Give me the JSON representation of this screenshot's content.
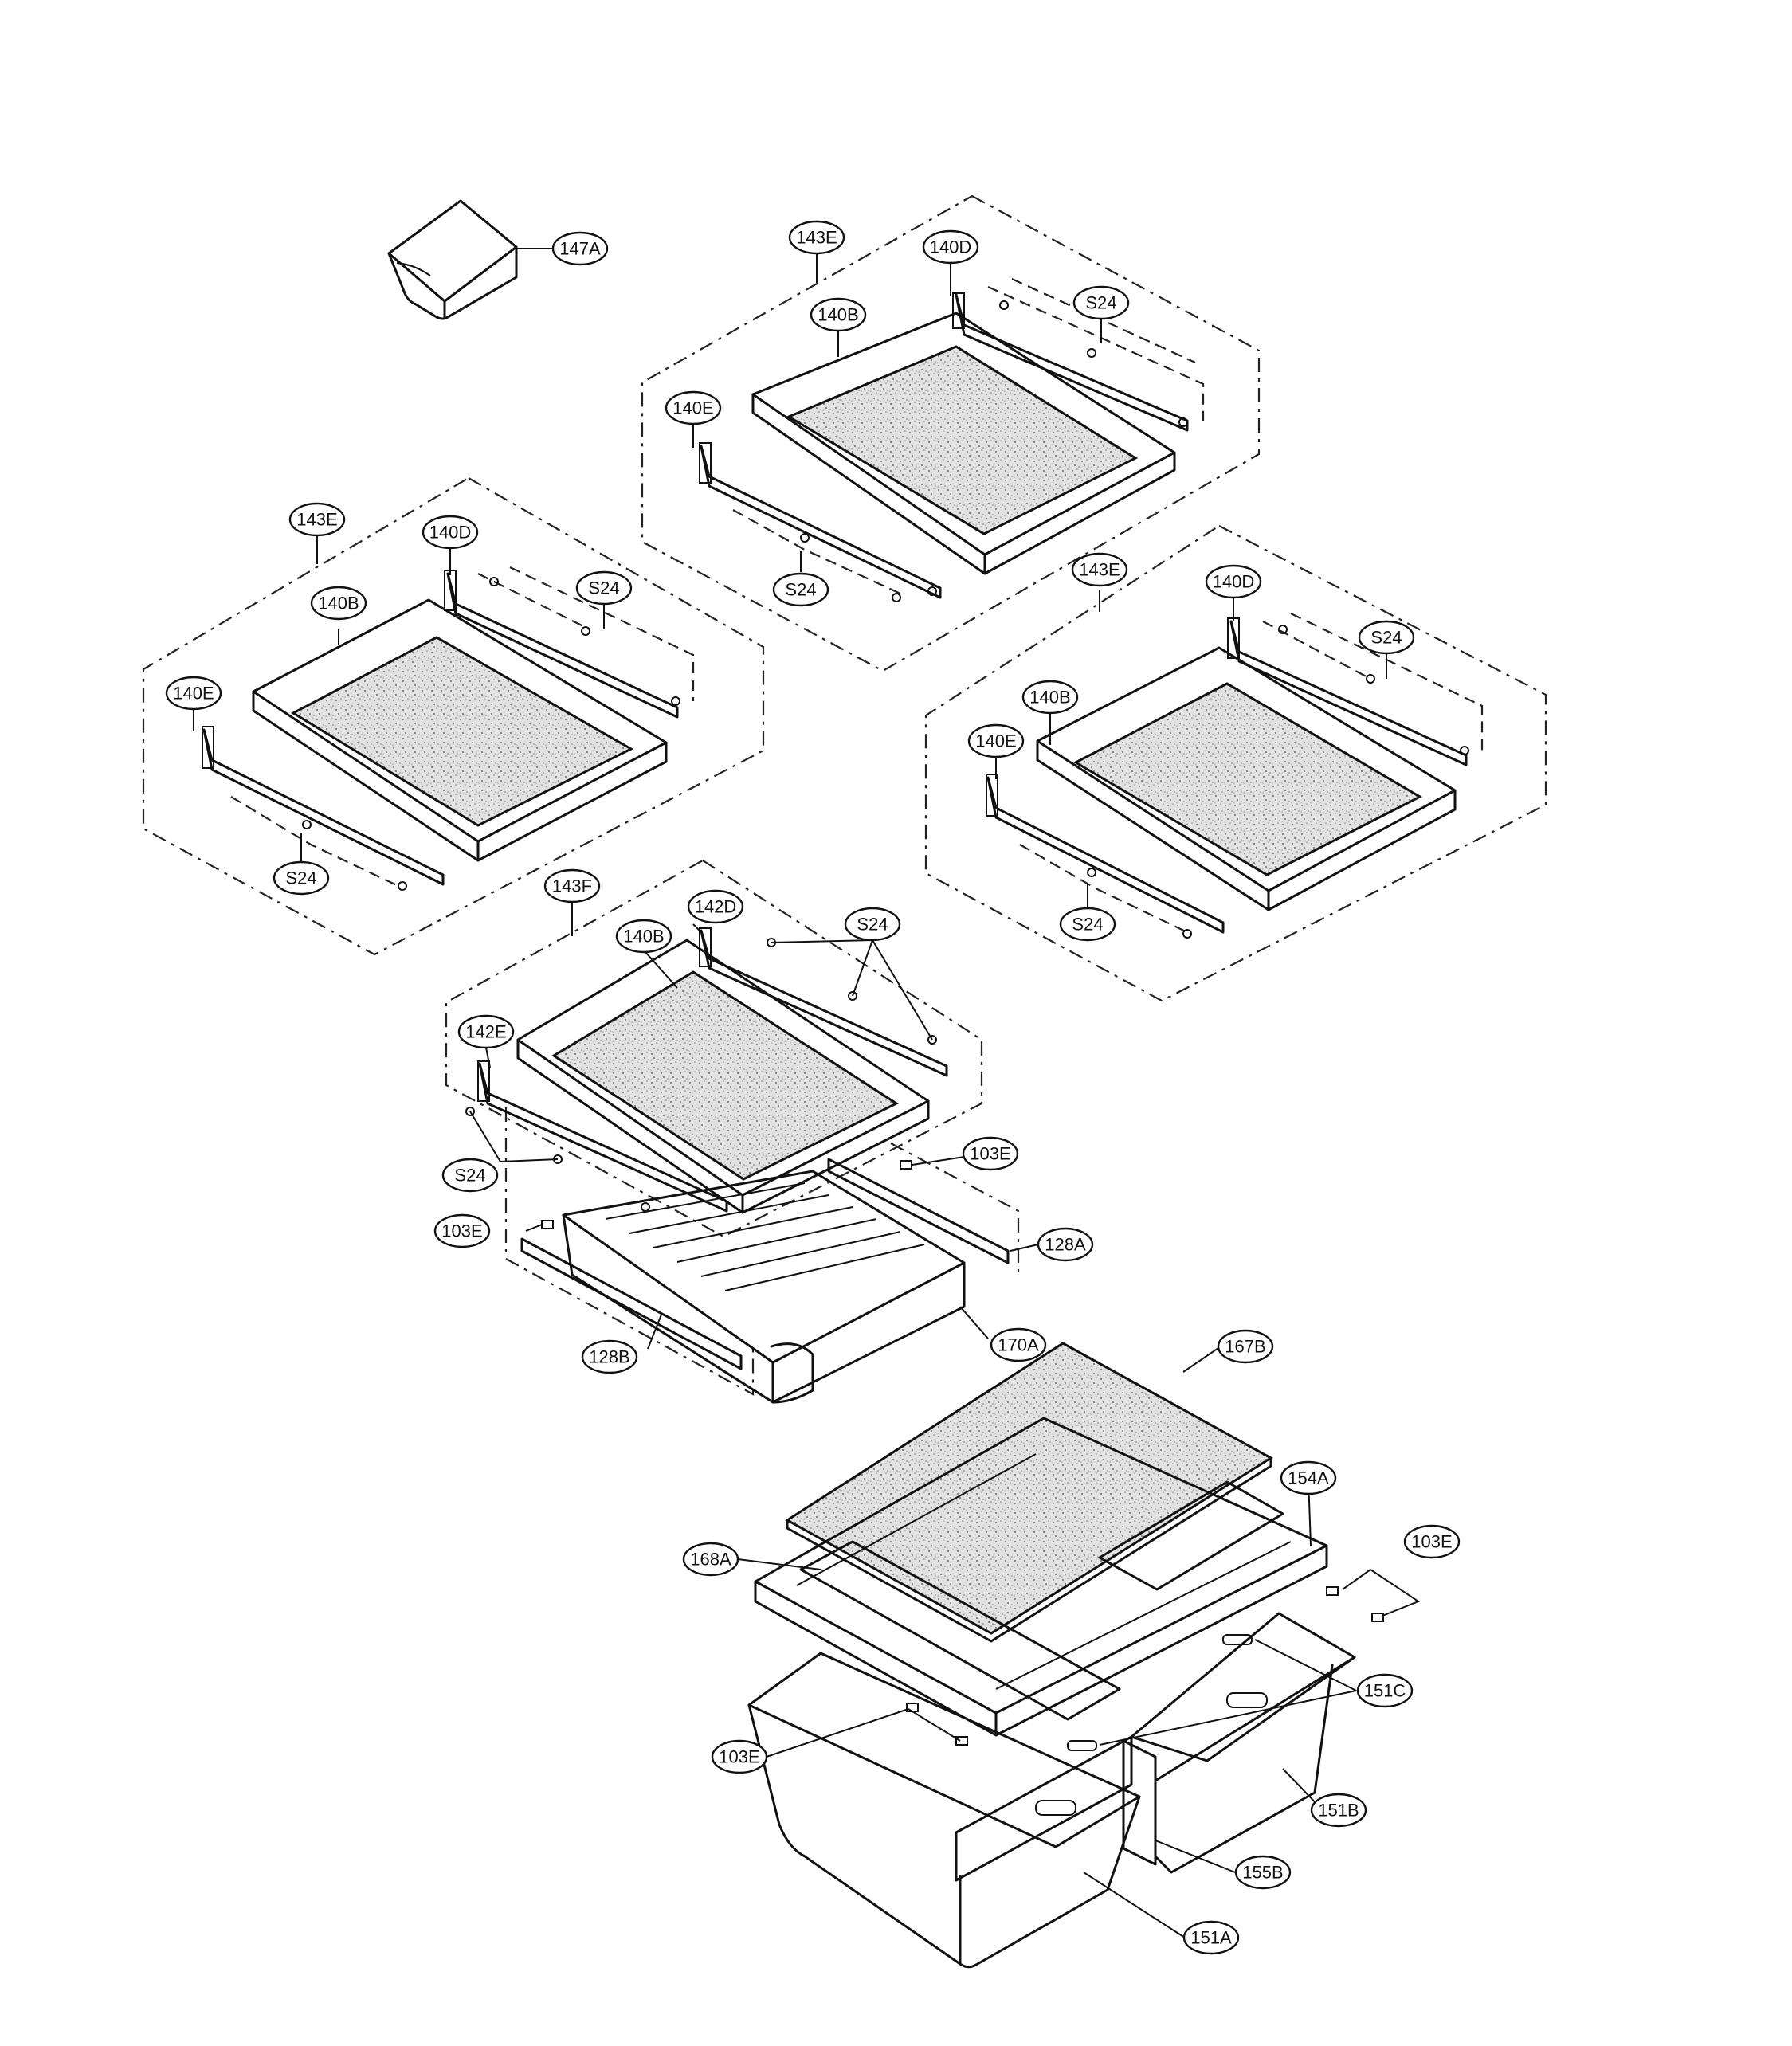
{
  "labels": {
    "l147A": "147A",
    "top": {
      "l143E": "143E",
      "l140D": "140D",
      "l140B": "140B",
      "l140E": "140E",
      "s24a": "S24",
      "s24b": "S24"
    },
    "left": {
      "l143E": "143E",
      "l140D": "140D",
      "l140B": "140B",
      "l140E": "140E",
      "s24a": "S24",
      "s24b": "S24"
    },
    "right": {
      "l143E": "143E",
      "l140D": "140D",
      "l140B": "140B",
      "l140E": "140E",
      "s24a": "S24",
      "s24b": "S24"
    },
    "mid": {
      "l143F": "143F",
      "l142D": "142D",
      "l140B": "140B",
      "s24a": "S24",
      "l142E": "142E",
      "s24b": "S24",
      "l103Ea": "103E",
      "l103Eb": "103E",
      "l128A": "128A",
      "l128B": "128B",
      "l170A": "170A"
    },
    "bottom": {
      "l167B": "167B",
      "l154A": "154A",
      "l103Ea": "103E",
      "l168A": "168A",
      "l151C": "151C",
      "l103Eb": "103E",
      "l151B": "151B",
      "l155B": "155B",
      "l151A": "151A"
    }
  }
}
